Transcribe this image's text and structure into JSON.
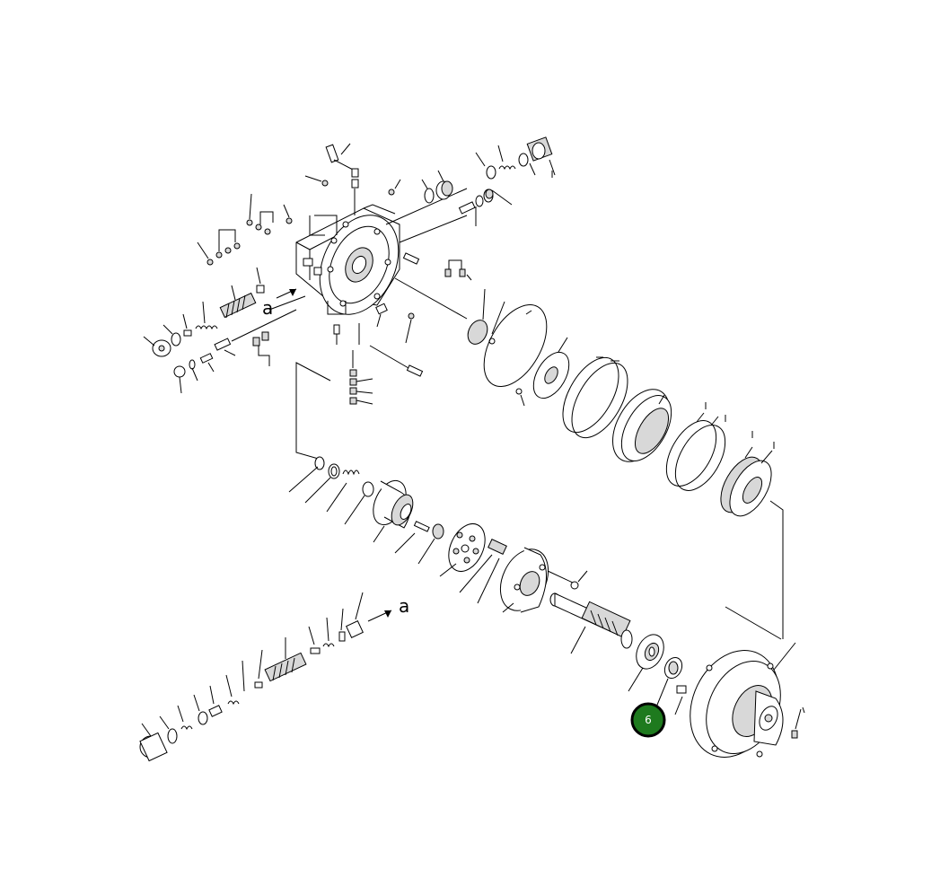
{
  "diagram": {
    "type": "exploded-parts-diagram",
    "connection_labels": [
      "a",
      "a"
    ],
    "callouts": [
      {
        "number": "6",
        "fill": "#1e7a1e",
        "ring": "#000000",
        "text_color": "#ffffff"
      }
    ]
  }
}
